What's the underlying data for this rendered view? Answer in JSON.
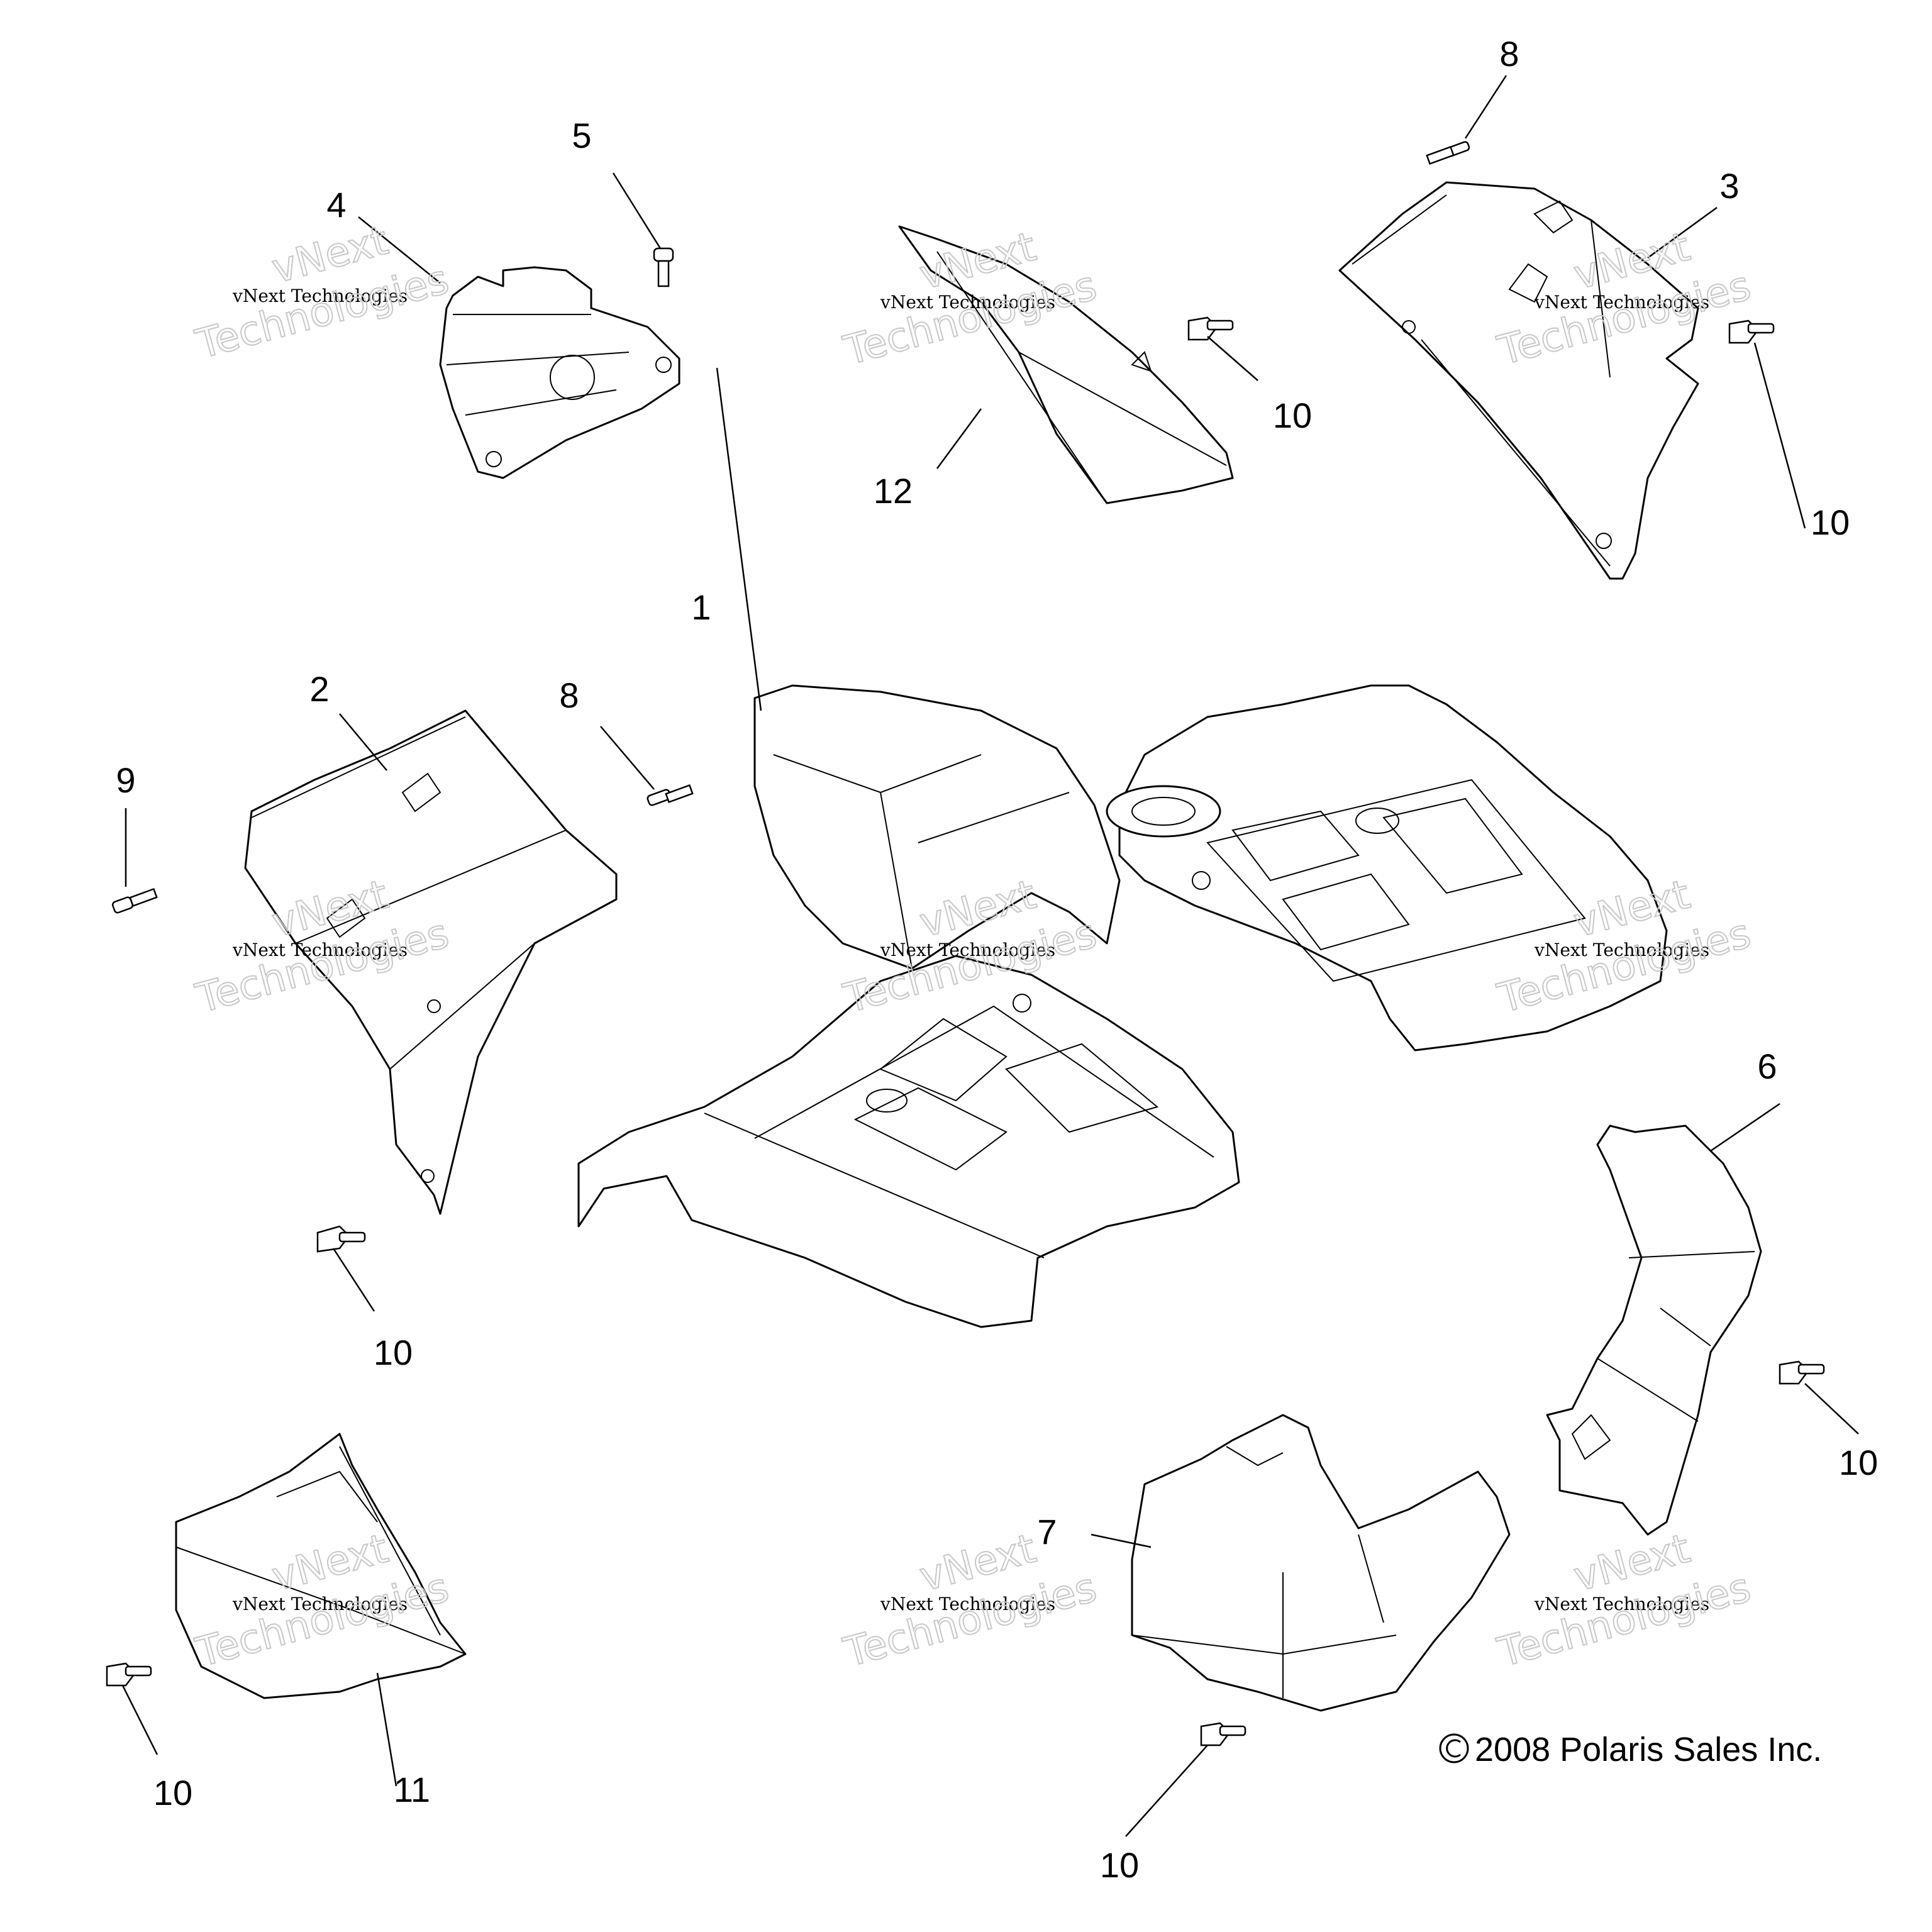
{
  "callouts": {
    "c1": "1",
    "c2": "2",
    "c3": "3",
    "c4": "4",
    "c5": "5",
    "c6": "6",
    "c7": "7",
    "c8a": "8",
    "c8b": "8",
    "c9": "9",
    "c10a": "10",
    "c10b": "10",
    "c10c": "10",
    "c10d": "10",
    "c10e": "10",
    "c10f": "10",
    "c11": "11",
    "c12": "12"
  },
  "watermark": {
    "line1": "vNext",
    "line2": "vNext Technologies",
    "line3": "Technologies"
  },
  "copyright": "2008 Polaris Sales Inc."
}
